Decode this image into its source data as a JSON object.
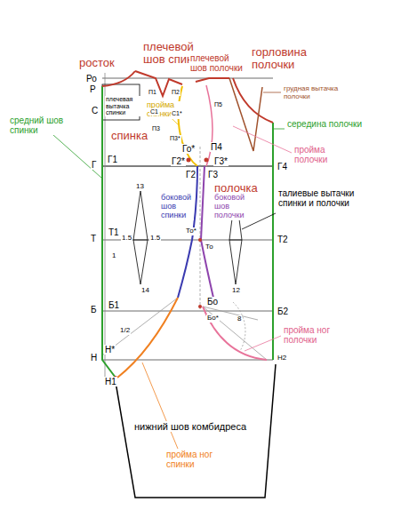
{
  "diagram": {
    "labels": [
      "росток",
      "плечевой шов спинки",
      "плечевой шов полочки",
      "горловина полочки",
      "плечевая вытачка спинки",
      "пройма спинки",
      "средний шов спинки",
      "спинка",
      "грудная вытачка полочки",
      "середина полочки",
      "пройма полочки",
      "полочка",
      "боковой шов спинки",
      "боковой шов полочки",
      "талиевые вытачки спинки и полочки",
      "пройма ног полочки",
      "пройма ног спинки",
      "нижний шов комбидреса",
      "Ро",
      "Р",
      "С",
      "Г",
      "Т",
      "Б",
      "Н",
      "Н1",
      "Г1",
      "Г2*",
      "Г2",
      "Го*",
      "Г3*",
      "Г3",
      "П4",
      "Г4",
      "Т1",
      "Т2",
      "То*",
      "То",
      "Б1",
      "Б2",
      "Бо",
      "Бо*",
      "Н*",
      "Н2",
      "П1",
      "П2",
      "П3",
      "П3*",
      "С1",
      "С1*",
      "П5",
      "13",
      "14",
      "12",
      "1.5",
      "1.5",
      "1/2",
      "1",
      "8"
    ]
  }
}
